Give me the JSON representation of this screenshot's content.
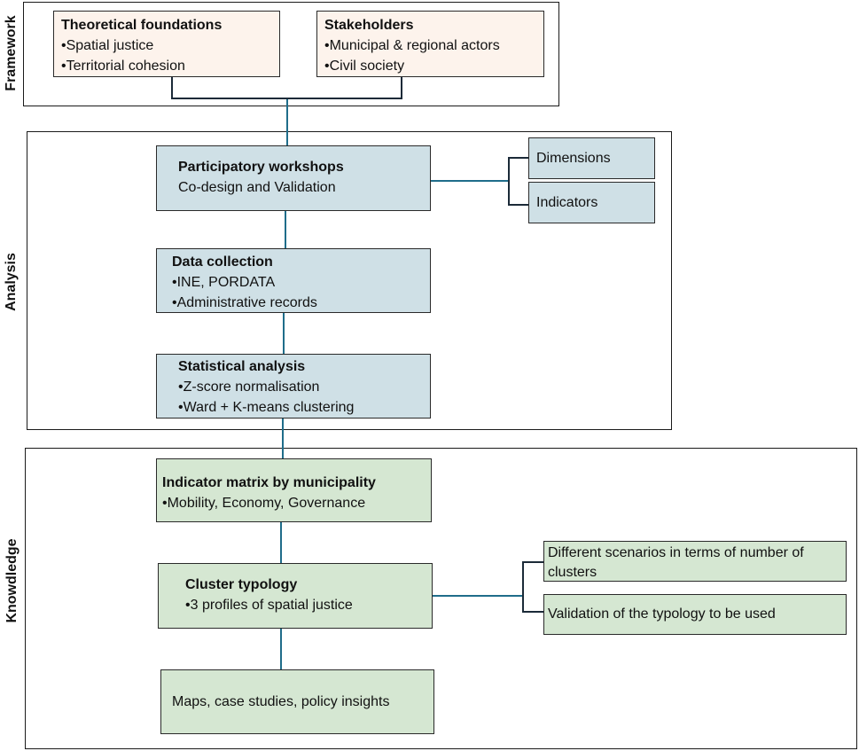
{
  "sections": {
    "framework": "Framework",
    "analysis": "Analysis",
    "knowledge": "Knowdledge"
  },
  "theoretical": {
    "title": "Theoretical foundations",
    "items": [
      "•Spatial justice",
      "•Territorial cohesion"
    ]
  },
  "stakeholders": {
    "title": "Stakeholders",
    "items": [
      "•Municipal & regional actors",
      "•Civil society"
    ]
  },
  "workshops": {
    "title": "Participatory workshops",
    "subtitle": "Co-design and Validation"
  },
  "side_boxes_analysis": [
    "Dimensions",
    "Indicators"
  ],
  "data_collection": {
    "title": "Data collection",
    "items": [
      "•INE, PORDATA",
      "•Administrative records"
    ]
  },
  "statistical": {
    "title": "Statistical analysis",
    "items": [
      "•Z-score normalisation",
      "•Ward + K-means clustering"
    ]
  },
  "matrix": {
    "title": "Indicator matrix by municipality",
    "items": [
      "•Mobility, Economy, Governance"
    ]
  },
  "typology": {
    "title": "Cluster typology",
    "items": [
      "•3 profiles of spatial justice"
    ]
  },
  "side_boxes_knowledge": [
    "Different scenarios in terms of number of clusters",
    "Validation of the typology to be used"
  ],
  "outputs": {
    "label": "Maps, case studies, policy insights"
  }
}
